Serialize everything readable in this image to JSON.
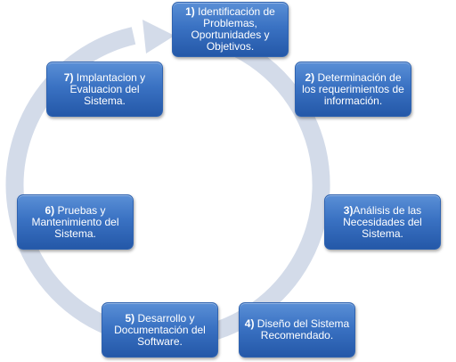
{
  "colors": {
    "ring": "#d3dbe9",
    "box_top": "#5a8fd6",
    "box_bottom": "#2458a8",
    "text": "#ffffff"
  },
  "steps": [
    {
      "number": "1)",
      "label": " Identificación de Problemas, Oportunidades y Objetivos."
    },
    {
      "number": "2)",
      "label": " Determinación de los requerimientos de información."
    },
    {
      "number": "3)",
      "label": "Análisis de las Necesidades del Sistema."
    },
    {
      "number": "4)",
      "label": " Diseño del Sistema Recomendado."
    },
    {
      "number": "5)",
      "label": " Desarrollo y Documentación del Software."
    },
    {
      "number": "6)",
      "label": " Pruebas y Mantenimiento del Sistema."
    },
    {
      "number": "7)",
      "label": " Implantacion y Evaluacion del Sistema."
    }
  ]
}
